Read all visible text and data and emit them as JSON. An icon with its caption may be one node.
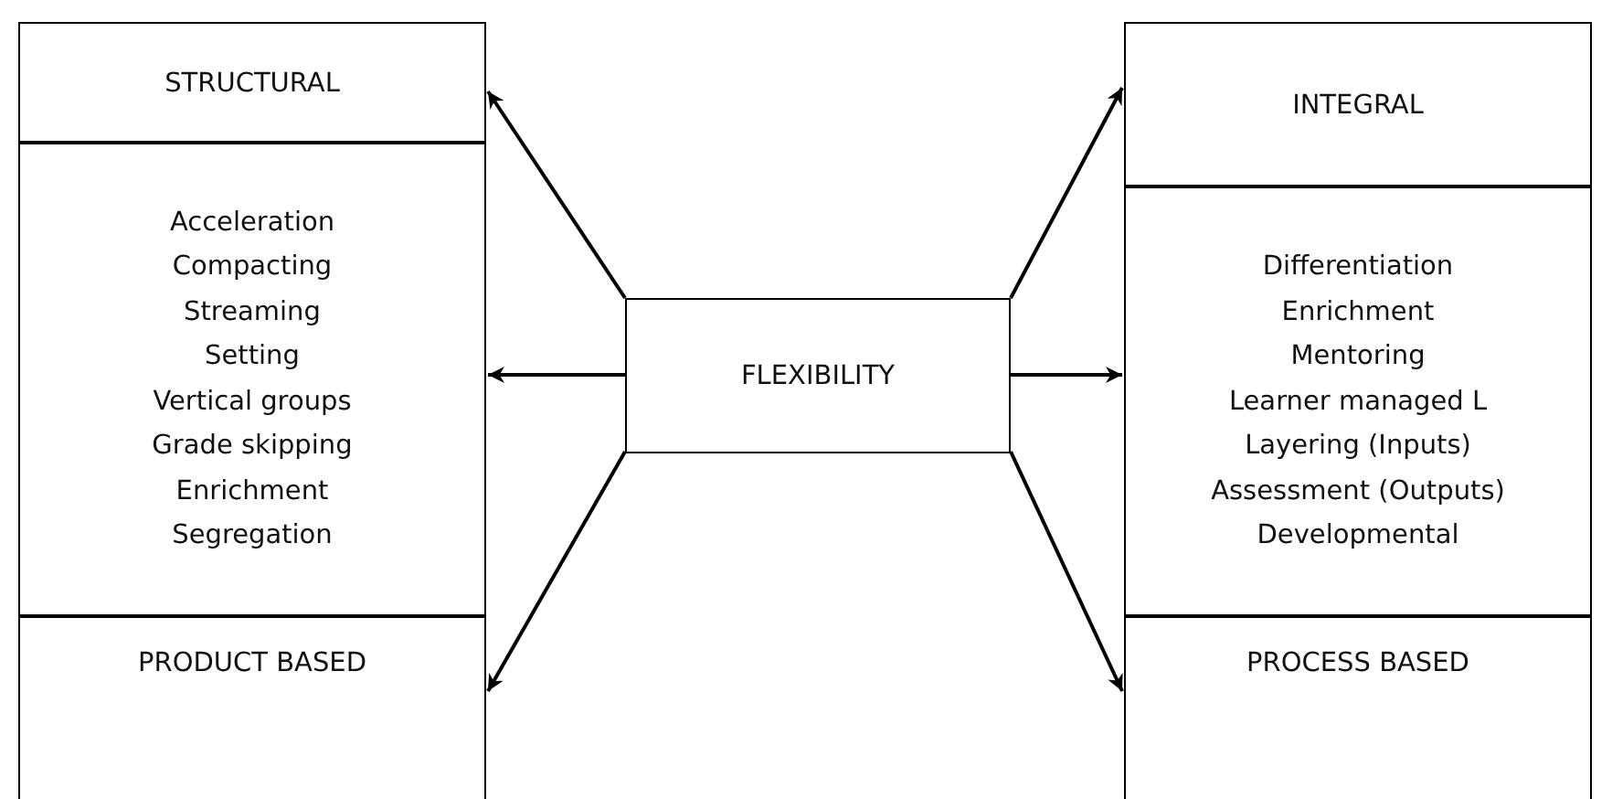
{
  "diagram": {
    "nodes": [
      {
        "text": [
          "STRUCTURAL"
        ]
      },
      {
        "text": [
          "Acceleration",
          "Compacting",
          "Streaming",
          "Setting",
          "Vertical groups",
          "Grade skipping",
          "Enrichment",
          "Segregation"
        ]
      },
      {
        "text": [
          "PRODUCT BASED"
        ]
      },
      {
        "text": [
          "FLEXIBILITY"
        ]
      },
      {
        "text": [
          "INTEGRAL"
        ]
      },
      {
        "text": [
          "Differentiation",
          "Enrichment",
          "Mentoring",
          "Learner managed L",
          "Layering (Inputs)",
          "Assessment (Outputs)",
          "Developmental"
        ]
      },
      {
        "text": [
          "PROCESS BASED"
        ]
      }
    ],
    "edges": [
      {
        "from": 3,
        "to": 0,
        "arrow": "to"
      },
      {
        "from": 3,
        "to": 1,
        "arrow": "to"
      },
      {
        "from": 3,
        "to": 2,
        "arrow": "to"
      },
      {
        "from": 3,
        "to": 4,
        "arrow": "to"
      },
      {
        "from": 3,
        "to": 5,
        "arrow": "to"
      },
      {
        "from": 3,
        "to": 6,
        "arrow": "to"
      }
    ]
  }
}
